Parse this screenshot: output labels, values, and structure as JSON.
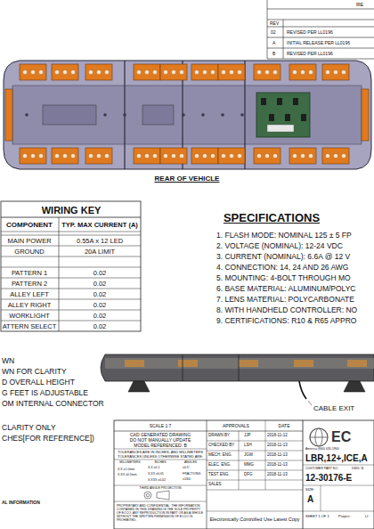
{
  "diagram": {
    "labels": [
      "RE",
      "REV",
      "02",
      "REVISED PER LL0196",
      "A",
      "INITIAL RELEASE PER LL0196",
      "B",
      "REVISED PER LL0196",
      "REAR OF VEHICLE",
      "WIRING KEY",
      "COMPONENT",
      "TYP. MAX CURRENT (A)",
      "MAIN POWER",
      "0.55A x 12 LED",
      "GROUND",
      "20A LIMIT",
      "PATTERN 1",
      "0.02",
      "PATTERN 2",
      "0.02",
      "ALLEY LEFT",
      "0.02",
      "ALLEY RIGHT",
      "0.02",
      "WORKLIGHT",
      "0.02",
      "ATTERN SELECT",
      "0.02",
      "SPECIFICATIONS",
      "1. FLASH MODE: NOMINAL 125 ± 5 FP",
      "2. VOLTAGE (NOMINAL): 12-24 VDC",
      "3. CURRENT (NOMINAL): 6.6A @ 12 V",
      "4. CONNECTION: 14, 24 AND 26 AWG",
      "5. MOUNTING: 4-BOLT THROUGH MO",
      "6. BASE MATERIAL: ALUMINUM/POLYC",
      "7. LENS MATERIAL: POLYCARBONATE",
      "8. WITH HANDHELD CONTROLLER: NO",
      "9. CERTIFICATIONS: R10 & R65 APPRO",
      "CABLE EXIT",
      "WN",
      "WN FOR CLARITY",
      "D OVERALL HEIGHT",
      "G FEET IS ADJUSTABLE",
      "OM INTERNAL CONNECTOR",
      "CLARITY ONLY",
      "CHES[FOR REFERENCE])",
      "SCALE 1:7",
      "APPROVALS",
      "DATE",
      "CAD GENERATED DRAWING",
      "DO NOT MANUALLY UPDATE",
      "MODEL REFERENCED: B",
      "TOLERANCES ARE IN INCHES, AND MILLIMETERS",
      "TOLERANCES UNLESS OTHERWISE STATED ARE:",
      "MILLIMETERS",
      "INCHES",
      "ANGLES",
      "X.X ±1.0mm",
      "X.XX ±0.5mm",
      "X.X ±0.1",
      "X.XX ±0.05",
      "X.XXX ±0.02",
      "±0.5°",
      "FRACTIONS",
      "±1/64",
      "THIRD ANGLE PROJECTION",
      "DRAWN BY",
      "JJP",
      "2018-11-12",
      "CHECKED BY",
      "LSH",
      "2018-11-13",
      "MECH. ENG.",
      "JGW",
      "2018-11-13",
      "ELEC. ENG.",
      "MMG",
      "2018-11-13",
      "TEST ENG.",
      "DFG",
      "2018-11-13",
      "SALES",
      "EC",
      "America (800) 635-5900",
      "LBR,12+,ICE,A",
      "CUSTOMER PART NO.",
      "DWG. N",
      "12-30176-E",
      "SIZE:",
      "A",
      "SHEET 1 OF 1",
      "Project:",
      "LI",
      "Electronically Controlled Use Latest Copy",
      "AL INFORMATION",
      "PROPRIETARY AND CONFIDENTIAL: THE INFORMATION CONTAINED IN THIS DRAWING IS THE SOLE PROPERTY OF ECCO. ANY REPRODUCTION IN PART OR AS A WHOLE WITHOUT THE WRITTEN PERMISSION OF ECCO IS PROHIBITED."
    ]
  }
}
